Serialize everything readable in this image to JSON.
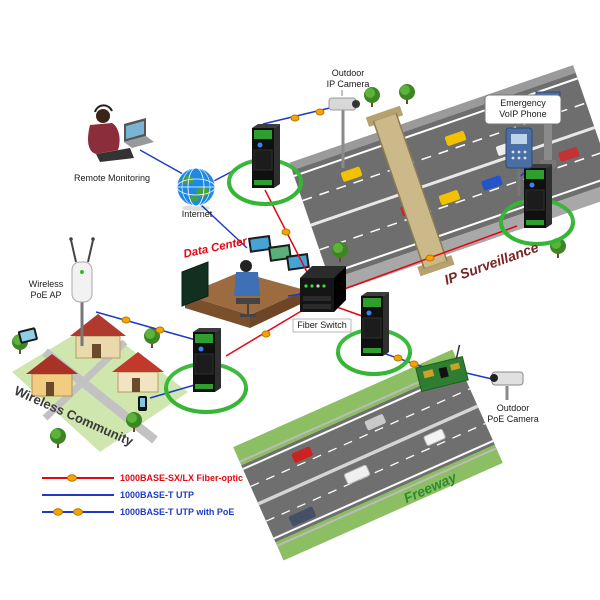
{
  "diagram": {
    "nodes": {
      "remote_monitoring": {
        "label": "Remote Monitoring"
      },
      "internet": {
        "label": "Internet"
      },
      "outdoor_ip_camera": {
        "line1": "Outdoor",
        "line2": "IP Camera"
      },
      "emergency_voip_phone": {
        "line1": "Emergency",
        "line2": "VoIP Phone"
      },
      "ip_surveillance": {
        "label": "IP Surveillance"
      },
      "data_center": {
        "label": "Data Center"
      },
      "fiber_switch": {
        "label": "Fiber Switch"
      },
      "wireless_poe_ap": {
        "line1": "Wireless",
        "line2": "PoE AP"
      },
      "wireless_community": {
        "label": "Wireless Community"
      },
      "outdoor_poe_camera": {
        "line1": "Outdoor",
        "line2": "PoE Camera"
      },
      "freeway": {
        "label": "Freeway"
      }
    },
    "legend": {
      "items": [
        {
          "label": "1000BASE-SX/LX Fiber-optic",
          "type": "fiber",
          "color": "#e30613"
        },
        {
          "label": "1000BASE-T UTP",
          "type": "utp",
          "color": "#1f3bc4"
        },
        {
          "label": "1000BASE-T UTP with PoE",
          "type": "utp-poe",
          "color": "#1f3bc4"
        }
      ]
    },
    "colors": {
      "fiber_line": "#e30613",
      "utp_line": "#1f3bc4",
      "poe_dot": "#f5a300",
      "poe_dot_edge": "#b87700",
      "ring": "#35b535",
      "data_center_label": "#e30613",
      "freeway_label": "#2e8b2e",
      "ip_surveillance_label": "#7a2525",
      "wireless_community_label": "#3a3a3a"
    },
    "icons": [
      "person-with-laptop-icon",
      "internet-globe-icon",
      "media-converter-icon",
      "poe-ring",
      "bullet-camera-icon",
      "voip-phone-icon",
      "fiber-switch-icon",
      "datacenter-desk-icon",
      "wireless-ap-icon",
      "house-icon",
      "tree-icon",
      "tablet-icon",
      "smartphone-icon",
      "box-camera-icon",
      "pcb-board-icon",
      "highway-scene",
      "freeway-scene",
      "pedestrian-bridge-icon"
    ]
  }
}
